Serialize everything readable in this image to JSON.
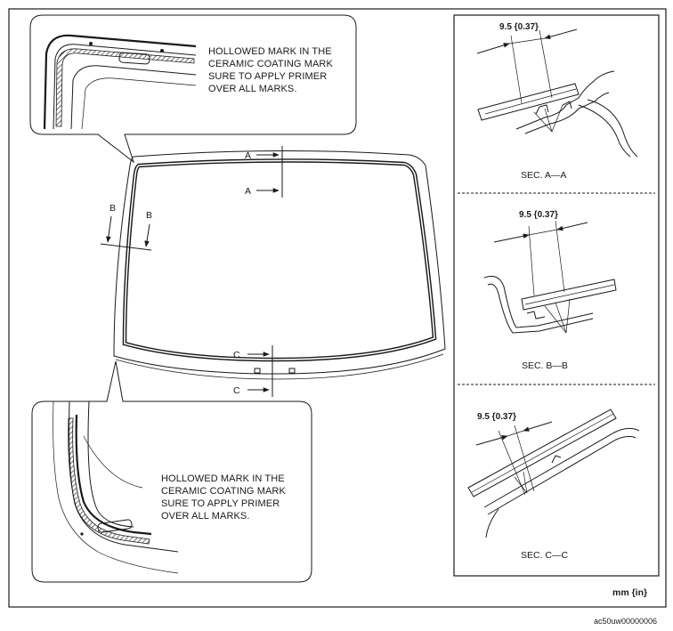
{
  "callouts": {
    "top": [
      "HOLLOWED MARK IN THE",
      "CERAMIC COATING MARK",
      "SURE TO APPLY PRIMER",
      "OVER ALL MARKS."
    ],
    "bottom": [
      "HOLLOWED MARK IN THE",
      "CERAMIC COATING MARK",
      "SURE TO APPLY PRIMER",
      "OVER ALL MARKS."
    ]
  },
  "cut_labels": {
    "a1": "A",
    "a2": "A",
    "b1": "B",
    "b2": "B",
    "c1": "C",
    "c2": "C"
  },
  "sections": [
    {
      "dimension": "9.5 {0.37}",
      "title": "SEC. A—A"
    },
    {
      "dimension": "9.5 {0.37}",
      "title": "SEC. B—B"
    },
    {
      "dimension": "9.5 {0.37}",
      "title": "SEC. C—C"
    }
  ],
  "units": "mm {in}",
  "figure_code": "ac50uw00000006"
}
